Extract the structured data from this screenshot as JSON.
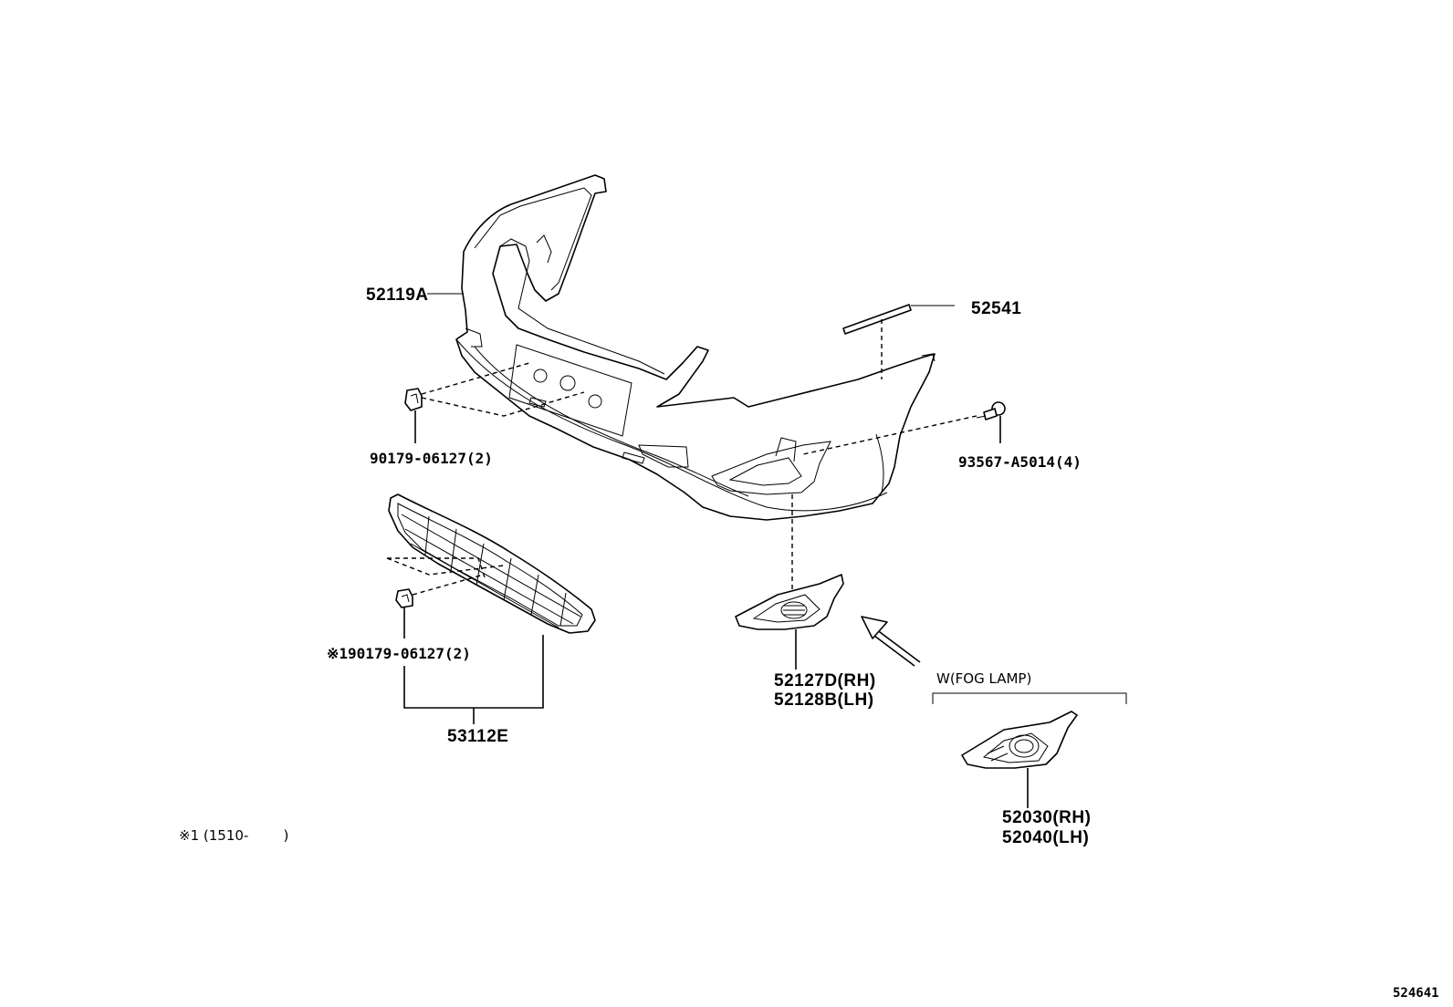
{
  "labels": {
    "bumper_cover": "52119A",
    "retainer_strip": "52541",
    "clip_upper": "90179-06127(2)",
    "screw": "93567-A5014(4)",
    "clip_lower": "※190179-06127(2)",
    "grille_assy": "53112E",
    "cover_rh": "52127D(RH)",
    "cover_lh": "52128B(LH)",
    "fog_group": "W(FOG LAMP)",
    "fog_cover_rh": "52030(RH)",
    "fog_cover_lh": "52040(LH)",
    "footnote": "※1 (1510-        )",
    "diagram_id": "524641"
  }
}
